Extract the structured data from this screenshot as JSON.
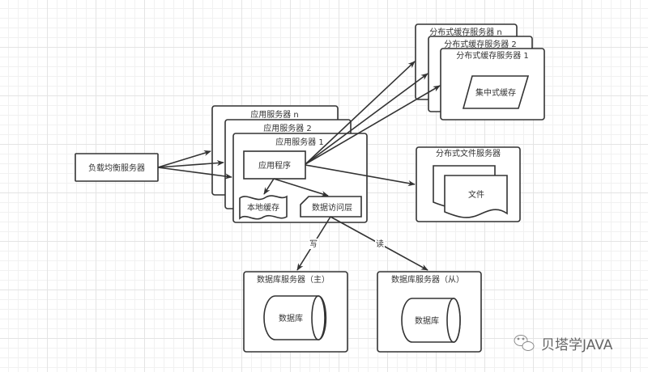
{
  "diagram": {
    "load_balancer": "负载均衡服务器",
    "app_servers": [
      "应用服务器 n",
      "应用服务器 2",
      "应用服务器 1"
    ],
    "app_program": "应用程序",
    "local_cache": "本地缓存",
    "data_access_layer": "数据访问层",
    "cache_servers": [
      "分布式缓存服务器 n",
      "分布式缓存服务器 2",
      "分布式缓存服务器 1"
    ],
    "central_cache": "集中式缓存",
    "file_server": "分布式文件服务器",
    "file": "文件",
    "db_master": "数据库服务器（主）",
    "db_slave": "数据库服务器（从）",
    "database_label": "数据库",
    "edge_write": "写",
    "edge_read": "读"
  },
  "watermark": {
    "icon": "wechat-icon",
    "text": "贝塔学JAVA"
  }
}
